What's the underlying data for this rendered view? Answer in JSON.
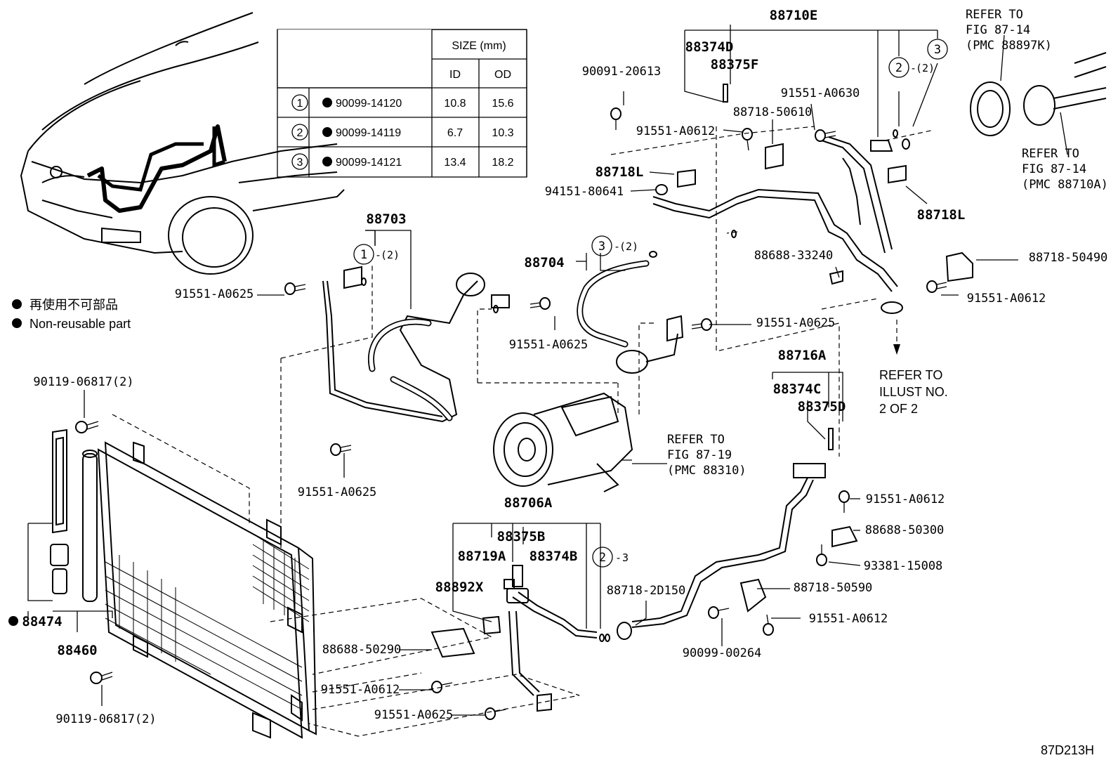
{
  "table": {
    "header_size": "SIZE (mm)",
    "header_id": "ID",
    "header_od": "OD",
    "rows": [
      {
        "num": "1",
        "part": "90099-14120",
        "id": "10.8",
        "od": "15.6"
      },
      {
        "num": "2",
        "part": "90099-14119",
        "id": "6.7",
        "od": "10.3"
      },
      {
        "num": "3",
        "part": "90099-14121",
        "id": "13.4",
        "od": "18.2"
      }
    ]
  },
  "legend": {
    "jp": "再使用不可部品",
    "en": "Non-reusable part"
  },
  "labels": {
    "p88710E": "88710E",
    "p88374D": "88374D",
    "p88375F": "88375F",
    "p90091": "90091-20613",
    "p91551_0630": "91551-A0630",
    "p88718_50610": "88718-50610",
    "p91551_0612_top": "91551-A0612",
    "p88718L_a": "88718L",
    "p94151": "94151-80641",
    "p88718L_b": "88718L",
    "p88703": "88703",
    "p91551_0625_a": "91551-A0625",
    "p88704": "88704",
    "p88688_33240": "88688-33240",
    "p88718_50490": "88718-50490",
    "p91551_0612_r": "91551-A0612",
    "p91551_0625_b": "91551-A0625",
    "p91551_0625_c": "91551-A0625",
    "p88716A": "88716A",
    "p88374C": "88374C",
    "p88375D": "88375D",
    "p90119_top": "90119-06817(2)",
    "p91551_0625_d": "91551-A0625",
    "p88706A": "88706A",
    "p88375B": "88375B",
    "p88719A": "88719A",
    "p88374B": "88374B",
    "p88892X": "88892X",
    "p88718_2D150": "88718-2D150",
    "p91551_0612_m": "91551-A0612",
    "p88688_50300": "88688-50300",
    "p93381": "93381-15008",
    "p88718_50590": "88718-50590",
    "p91551_0612_b": "91551-A0612",
    "p90099_00264": "90099-00264",
    "p88474": "88474",
    "p88460": "88460",
    "p88688_50290": "88688-50290",
    "p91551_0612_l": "91551-A0612",
    "p91551_0625_e": "91551-A0625",
    "p90119_bot": "90119-06817(2)",
    "qty2": "(2)",
    "qty2b": "(2)",
    "qty2c": "(2)",
    "qty3": "3",
    "c1": "1",
    "c2": "2",
    "c3": "3",
    "c3b": "3",
    "c2b": "2",
    "dash": "-"
  },
  "refs": {
    "ref_87_14_a": [
      "REFER TO",
      "FIG 87-14",
      "(PMC 88897K)"
    ],
    "ref_87_14_b": [
      "REFER TO",
      "FIG 87-14",
      "(PMC 88710A)"
    ],
    "ref_87_19": [
      "REFER TO",
      "FIG 87-19",
      "(PMC 88310)"
    ],
    "ref_illust": [
      "REFER TO",
      "ILLUST NO.",
      "2 OF 2"
    ]
  },
  "figure_id": "87D213H"
}
